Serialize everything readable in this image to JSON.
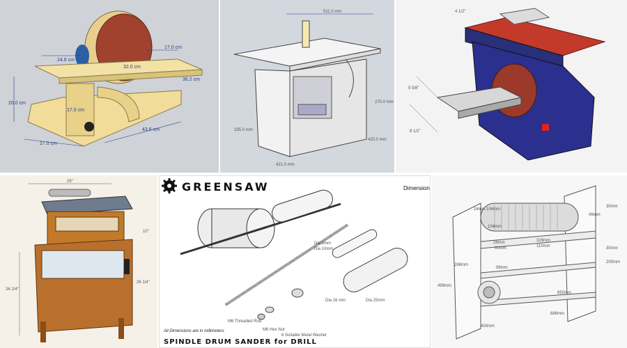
{
  "tiles": {
    "disc_sander": {
      "dims": [
        "24.6 cm",
        "17.0 cm",
        "32.0 cm",
        "20.0 cm",
        "36.2 cm",
        "17.0 cm",
        "43.6 cm",
        "27.0 cm"
      ]
    },
    "spindle_table": {
      "dims": [
        "511.0 mm",
        "270.0 mm",
        "335.0 mm",
        "420.0 mm",
        "421.0 mm"
      ]
    },
    "belt_sander": {
      "dims": [
        "4 1/2\"",
        "5 5/8\"",
        "8 1/2\""
      ]
    },
    "drum_cabinet": {
      "dims": [
        "25\"",
        "10\"",
        "26 1/4\"",
        "26 1/4\""
      ]
    },
    "greensaw": {
      "brand": "GREENSAW",
      "heading": "Dimensions",
      "note": "All Dimensions are in millimeters",
      "title": "SPINDLE DRUM SANDER for DRILL",
      "labels": [
        "M6 Threaded Rod",
        "M6 Hex Nut",
        "6 Suitable Metal Washer",
        "Dia 16 mm",
        "Dia 8mm",
        "Dia 10mm",
        "Dia 25mm"
      ]
    },
    "drum_frame": {
      "dims": [
        "24mm",
        "104mm",
        "30mm",
        "49mm",
        "104mm",
        "329mm",
        "110mm",
        "28mm",
        "60mm",
        "99mm",
        "288mm",
        "499mm",
        "650mm",
        "686mm",
        "400mm",
        "200mm",
        "30mm"
      ]
    }
  }
}
